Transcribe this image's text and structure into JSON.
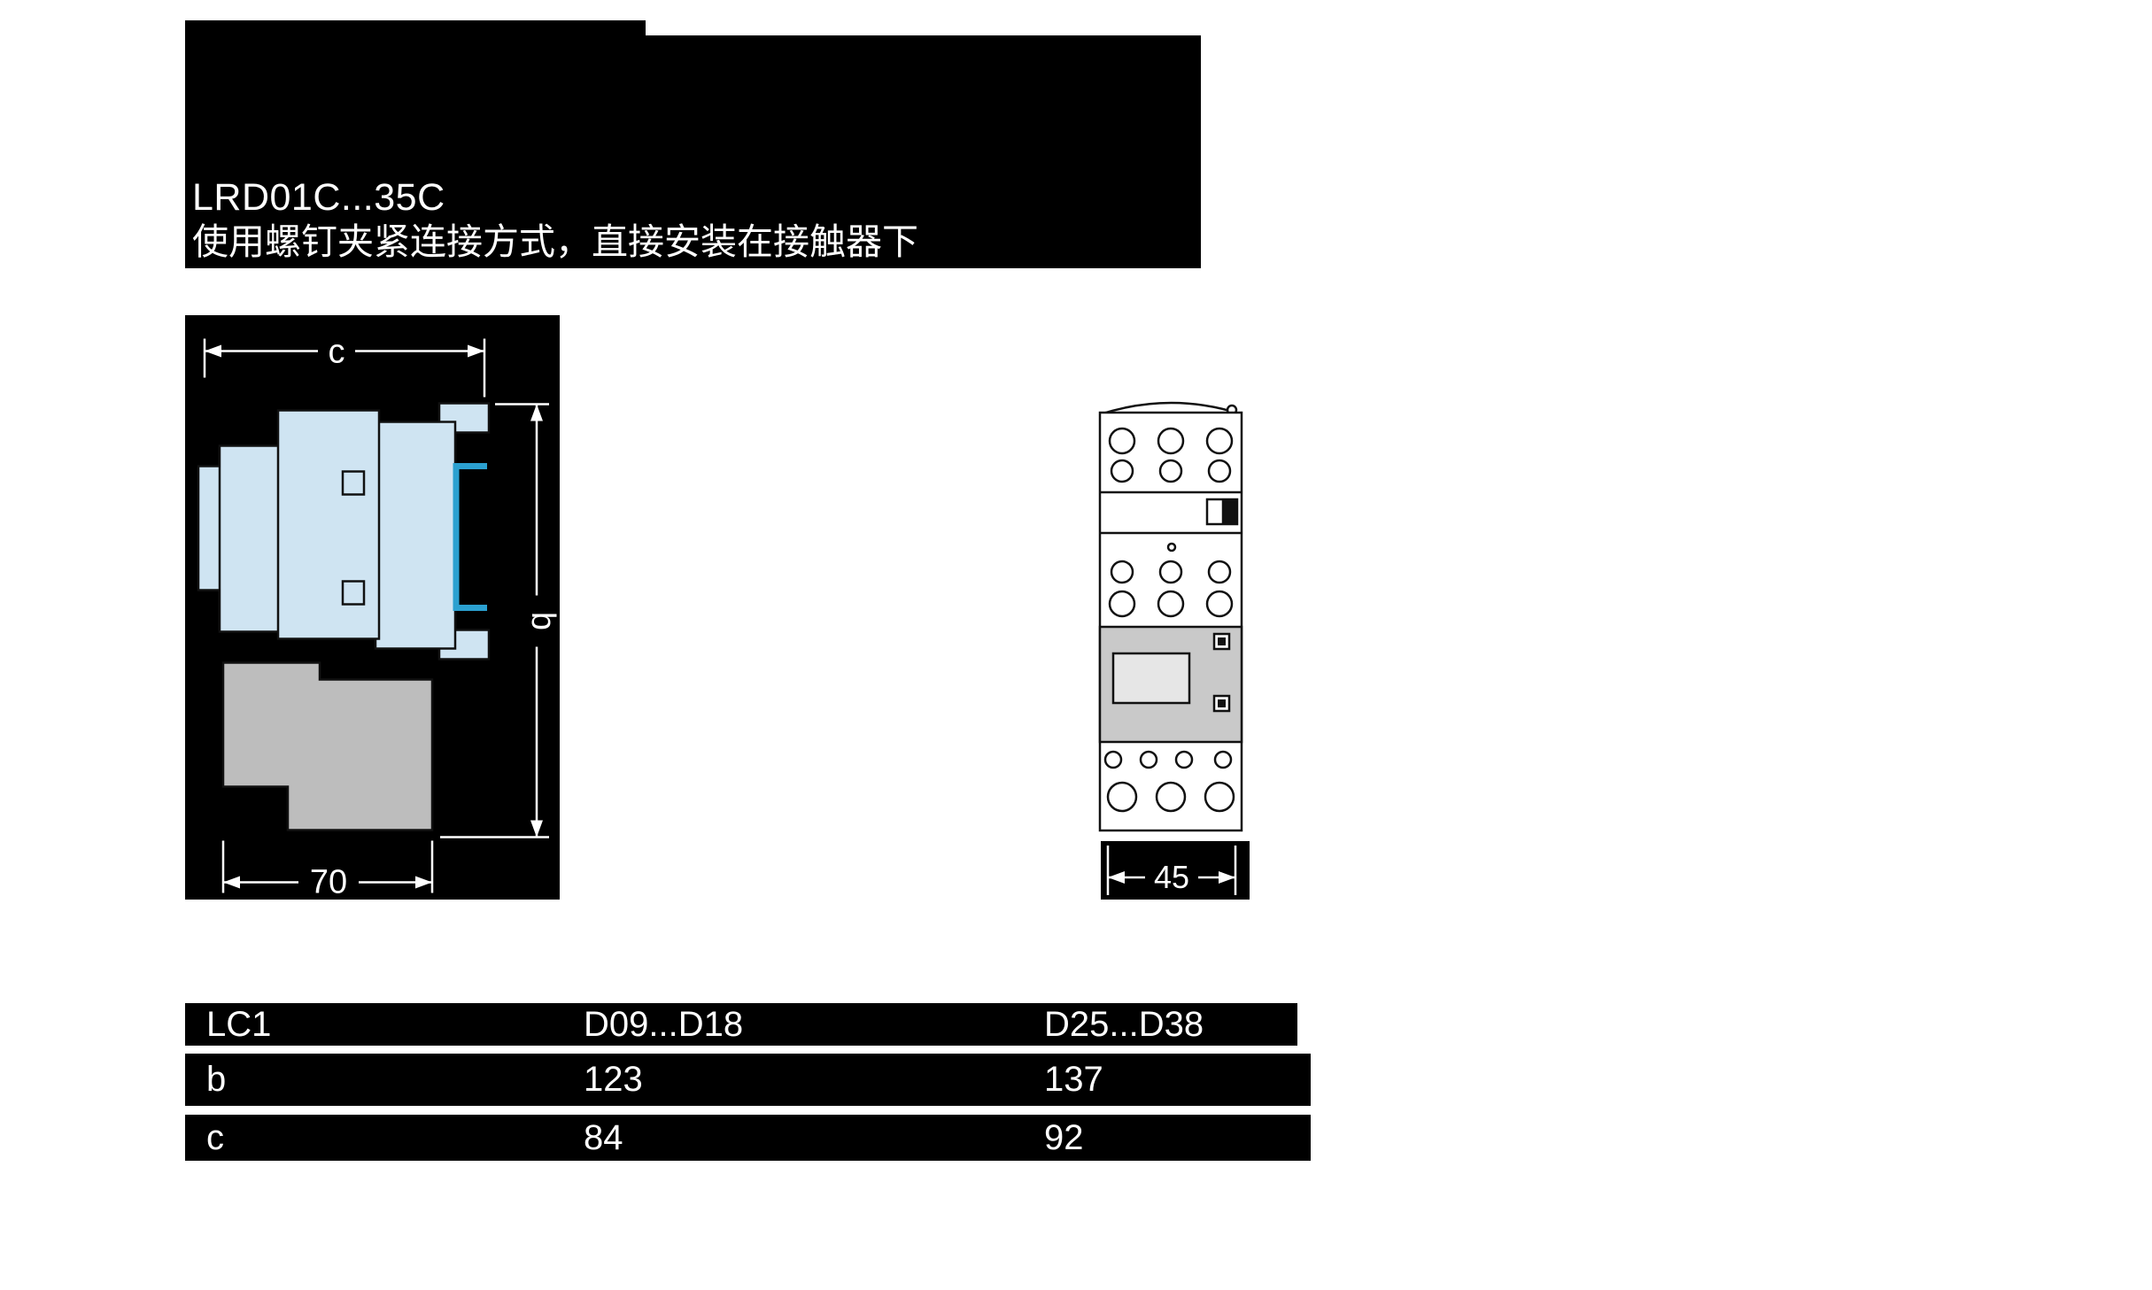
{
  "header": {
    "product_range": "LRD01C...35C",
    "description": "使用螺钉夹紧连接方式，直接安装在接触器下",
    "bg_color": "#000000",
    "text_color": "#ffffff"
  },
  "side_view": {
    "dim_width_top": "c",
    "dim_height_right": "b",
    "dim_width_bottom": "70",
    "body_fill": "#cfe4f2",
    "clip_stroke": "#2ba0d0",
    "relay_fill": "#bdbdbd"
  },
  "front_view": {
    "dim_width_bottom": "45",
    "panel_fill": "#c9c9c9"
  },
  "dimension_table": {
    "columns": [
      "LC1",
      "D09...D18",
      "D25...D38"
    ],
    "rows": [
      {
        "label": "b",
        "values": [
          "123",
          "137"
        ]
      },
      {
        "label": "c",
        "values": [
          "84",
          "92"
        ]
      }
    ]
  }
}
